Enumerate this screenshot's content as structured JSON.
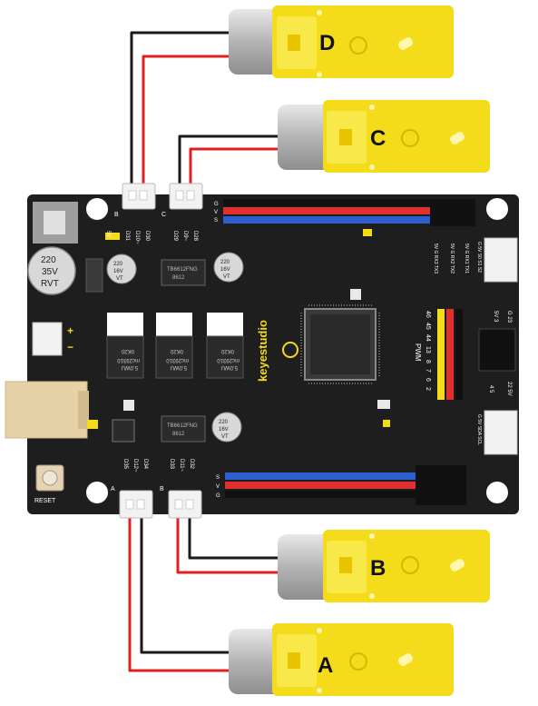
{
  "motors": {
    "a": {
      "label": "A"
    },
    "b": {
      "label": "B"
    },
    "c": {
      "label": "C"
    },
    "d": {
      "label": "D"
    }
  },
  "board": {
    "brand": "keyestudio",
    "capacitor_big": {
      "line1": "220",
      "line2": "35V",
      "line3": "RVT"
    },
    "capacitor_small_1": {
      "line1": "220",
      "line2": "16V",
      "line3": "VT"
    },
    "capacitor_small_2": {
      "line1": "220",
      "line2": "16V",
      "line3": "VT"
    },
    "capacitor_small_3": {
      "line1": "220",
      "line2": "16V",
      "line3": "VT"
    },
    "reset_label": "RESET",
    "power_plus": "+",
    "power_minus": "−",
    "pwm_label": "PWM",
    "pwm_numbers": [
      "46",
      "45",
      "44",
      "13",
      "8",
      "7",
      "6",
      "2"
    ],
    "regulators": [
      {
        "line1": "mc29310",
        "line2": "5.0WU",
        "line3": "0K20"
      },
      {
        "line1": "mc29310",
        "line2": "5.0WU",
        "line3": "0K20"
      },
      {
        "line1": "mc29310",
        "line2": "5.0WU",
        "line3": "0K20"
      }
    ],
    "driver_ic_top": {
      "line1": "TB6612FNG",
      "line2": "8612"
    },
    "driver_ic_bottom": {
      "line1": "TB6612FNG",
      "line2": "8612"
    },
    "conn_top_labels": {
      "left": "B",
      "mid": "C"
    },
    "conn_bottom_labels": {
      "left": "A",
      "mid": "B"
    },
    "top_pin_labels": [
      "D31",
      "D10~",
      "D30",
      "D29",
      "D9~",
      "D28"
    ],
    "bottom_pin_labels": [
      "D35",
      "D12~",
      "D34",
      "D33",
      "D11~",
      "D32"
    ],
    "header_gvs_top": [
      "G",
      "V",
      "S"
    ],
    "header_gvs_bottom": [
      "S",
      "V",
      "G"
    ],
    "right_side_labels": {
      "serial1": "G 5V S0 S1 S2",
      "serial2": "5V G RX3 TX3",
      "serial3": "5V G RX2 TX2",
      "serial4": "5V G RX1 TX1",
      "gv": "G 23",
      "sv": "5V 3",
      "bottom_pair": "4 5",
      "sv22": "22 5V",
      "i2c": "G 5V SDA SCL"
    },
    "five_v_label": "5V"
  }
}
